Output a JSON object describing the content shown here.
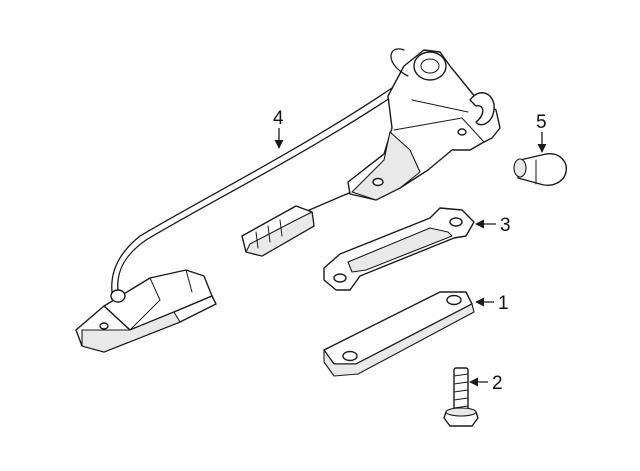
{
  "callouts": [
    {
      "id": "1",
      "text": "1"
    },
    {
      "id": "2",
      "text": "2"
    },
    {
      "id": "3",
      "text": "3"
    },
    {
      "id": "4",
      "text": "4"
    },
    {
      "id": "5",
      "text": "5"
    }
  ],
  "colors": {
    "line": "#1a1a1a",
    "shade": "#e9e9e9",
    "background": "#ffffff"
  }
}
